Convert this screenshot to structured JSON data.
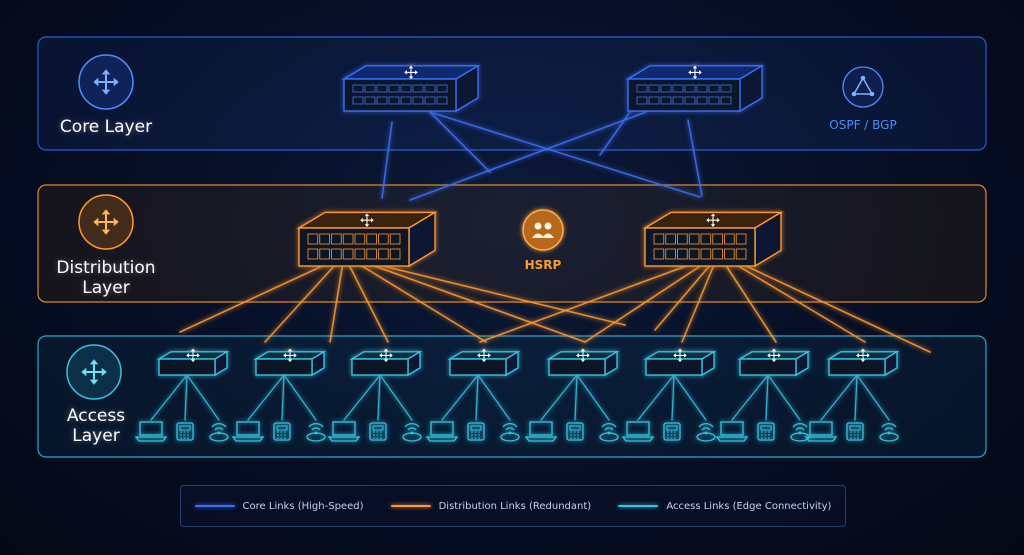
{
  "layers": {
    "core": {
      "title_line1": "Core Layer",
      "protocol": "OSPF / BGP",
      "color": "#3b6ff5"
    },
    "distribution": {
      "title_line1": "Distribution",
      "title_line2": "Layer",
      "redundancy_label": "HSRP",
      "color": "#ff9a2e"
    },
    "access": {
      "title_line1": "Access",
      "title_line2": "Layer",
      "color": "#36c3e0"
    }
  },
  "icons": {
    "core": "move-arrows-icon",
    "distribution": "move-arrows-icon",
    "access": "move-arrows-icon",
    "protocol": "routing-triangle-icon",
    "hsrp": "user-group-icon",
    "switch": "switch-icon",
    "laptop": "laptop-icon",
    "phone": "ip-phone-icon",
    "wifi": "wireless-ap-icon"
  },
  "legend": {
    "core": {
      "label": "Core Links (High-Speed)",
      "color": "#3b6ff5"
    },
    "distribution": {
      "label": "Distribution Links (Redundant)",
      "color": "#ff9a2e"
    },
    "access": {
      "label": "Access Links (Edge Connectivity)",
      "color": "#36c3e0"
    }
  }
}
